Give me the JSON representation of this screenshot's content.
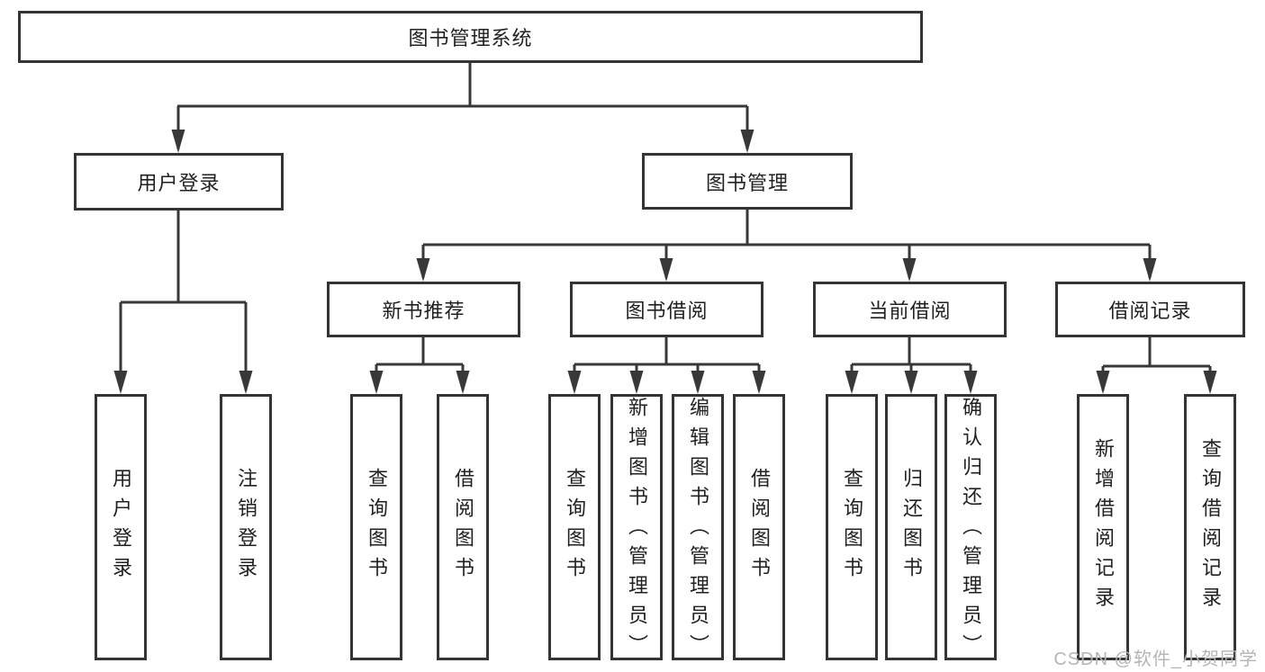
{
  "diagram": {
    "title": "图书管理系统",
    "type": "tree"
  },
  "colors": {
    "line": "#383838",
    "box_border": "#343434",
    "box_fill": "#ffffff",
    "text": "#212121",
    "watermark": "#b5b5b5",
    "background": "#ffffff"
  },
  "tree": {
    "root": {
      "label": "图书管理系统",
      "children": [
        {
          "label": "用户登录",
          "children": [
            {
              "label": "用户登录"
            },
            {
              "label": "注销登录"
            }
          ]
        },
        {
          "label": "图书管理",
          "children": [
            {
              "label": "新书推荐",
              "children": [
                {
                  "label": "查询图书"
                },
                {
                  "label": "借阅图书"
                }
              ]
            },
            {
              "label": "图书借阅",
              "children": [
                {
                  "label": "查询图书"
                },
                {
                  "label": "新增图书（管理员）"
                },
                {
                  "label": "编辑图书（管理员）"
                },
                {
                  "label": "借阅图书"
                }
              ]
            },
            {
              "label": "当前借阅",
              "children": [
                {
                  "label": "查询图书"
                },
                {
                  "label": "归还图书"
                },
                {
                  "label": "确认归还（管理员）"
                }
              ]
            },
            {
              "label": "借阅记录",
              "children": [
                {
                  "label": "新增借阅记录"
                },
                {
                  "label": "查询借阅记录"
                }
              ]
            }
          ]
        }
      ]
    }
  },
  "watermark": {
    "text": "CSDN @软件_小贺同学"
  }
}
